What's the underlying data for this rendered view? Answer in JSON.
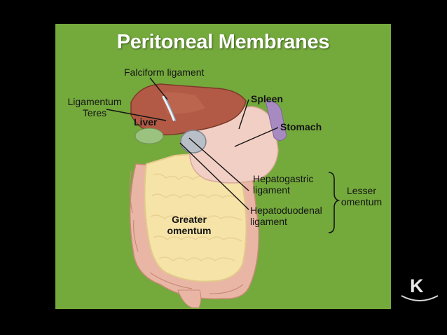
{
  "slide": {
    "title": "Peritoneal Membranes",
    "labels": {
      "falciform": "Falciform ligament",
      "lig_teres_1": "Ligamentum",
      "lig_teres_2": "Teres",
      "liver": "Liver",
      "spleen": "Spleen",
      "stomach": "Stomach",
      "hepatogastric_1": "Hepatogastric",
      "hepatogastric_2": "ligament",
      "hepatoduodenal_1": "Hepatoduodenal",
      "hepatoduodenal_2": "ligament",
      "greater_1": "Greater",
      "greater_2": "omentum",
      "lesser_1": "Lesser",
      "lesser_2": "omentum"
    }
  },
  "logo": {
    "letter": "K",
    "icon": "k-logo-icon"
  },
  "colors": {
    "background": "#000000",
    "slide_green": "#74a93c",
    "liver": "#b25a45",
    "stomach": "#f2cfc4",
    "omentum": "#f5e3a8",
    "gallbladder": "#9bc27f",
    "intestine": "#e9b6a6",
    "spleen": "#a78bc0"
  }
}
